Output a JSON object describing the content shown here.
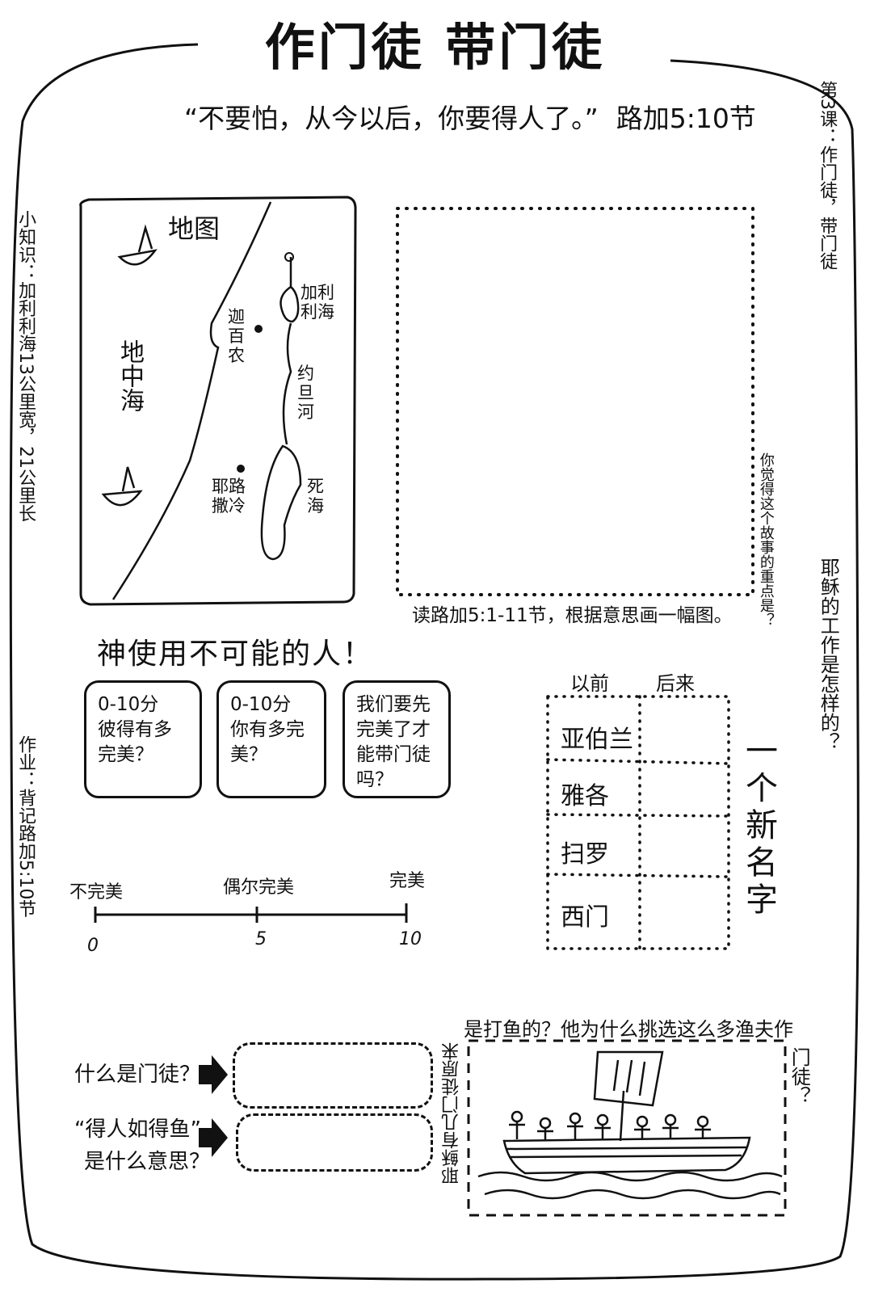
{
  "title": "作门徒 带门徒",
  "verse": {
    "quote": "“不要怕，从今以后，你要得人了。”",
    "reference": "路加5:10节"
  },
  "side_notes": {
    "left_fact": "小知识：加利利海13公里宽，21公里长",
    "left_homework": "作业：背记路加5:10节",
    "right_lesson": "第3课：作门徒，带门徒",
    "right_question": "耶稣的工作是怎样的？"
  },
  "map": {
    "title": "地图",
    "sea_label": "地中海",
    "places": {
      "capernaum": "迦百农",
      "galilee": "加利利海",
      "jordan": "约旦河",
      "jerusalem": "耶路撒冷",
      "dead_sea": "死海"
    }
  },
  "drawing": {
    "caption": "读路加5:1-11节，根据意思画一幅图。",
    "side_caption": "你觉得这个故事的重点是？"
  },
  "headline": "神使用不可能的人！",
  "question_boxes": [
    "0-10分\n彼得有多完美？",
    "0-10分\n你有多完美？",
    "我们要先完美了才能带门徒吗？"
  ],
  "scale": {
    "labels": [
      "不完美",
      "偶尔完美",
      "完美"
    ],
    "ticks": [
      "0",
      "5",
      "10"
    ]
  },
  "names_grid": {
    "col_before": "以前",
    "col_after": "后来",
    "rows": [
      "亚伯兰",
      "雅各",
      "扫罗",
      "西门"
    ],
    "side_label": "一个新名字"
  },
  "bottom_questions": {
    "q1": "什么是门徒？",
    "q2_line1": "“得人如得鱼”",
    "q2_line2": "是什么意思？"
  },
  "boat_box": {
    "top_text": "是打鱼的？他为什么挑选这么多渔夫作",
    "left_text": "耶稣有几门徒原来",
    "right_text": "门徒？"
  }
}
